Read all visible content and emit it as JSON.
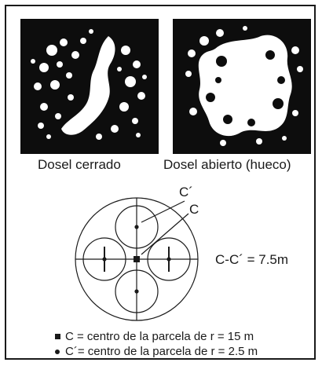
{
  "figure": {
    "captions": {
      "closed_canopy": "Dosel cerrado",
      "open_canopy": "Dosel abierto  (hueco)"
    },
    "labels": {
      "c_prime": "C´",
      "c": "C",
      "distance": "C-C´ = 7.5m"
    },
    "legend": [
      "C = centro de la parcela de r = 15 m",
      "C´= centro de la parcela de r = 2.5 m"
    ]
  },
  "colors": {
    "ink": "#1a1a1a",
    "canopy_dark": "#0d0d0d",
    "canopy_light": "#ffffff"
  }
}
